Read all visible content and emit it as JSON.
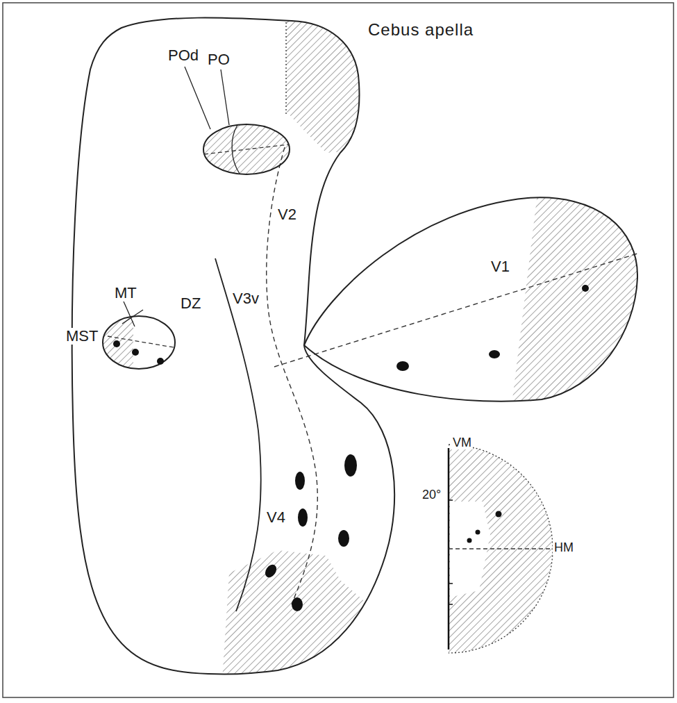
{
  "diagram": {
    "nodes": [
      {
        "text": [
          "POd",
          "PO"
        ]
      },
      {
        "text": [
          "MT",
          "DZ",
          "MST"
        ]
      },
      {
        "text": [
          "V1"
        ]
      },
      {
        "text": [
          "VM",
          "20°",
          "HM"
        ]
      }
    ],
    "labels": [
      "Cebus apella",
      "V2",
      "V3v",
      "V4"
    ]
  }
}
